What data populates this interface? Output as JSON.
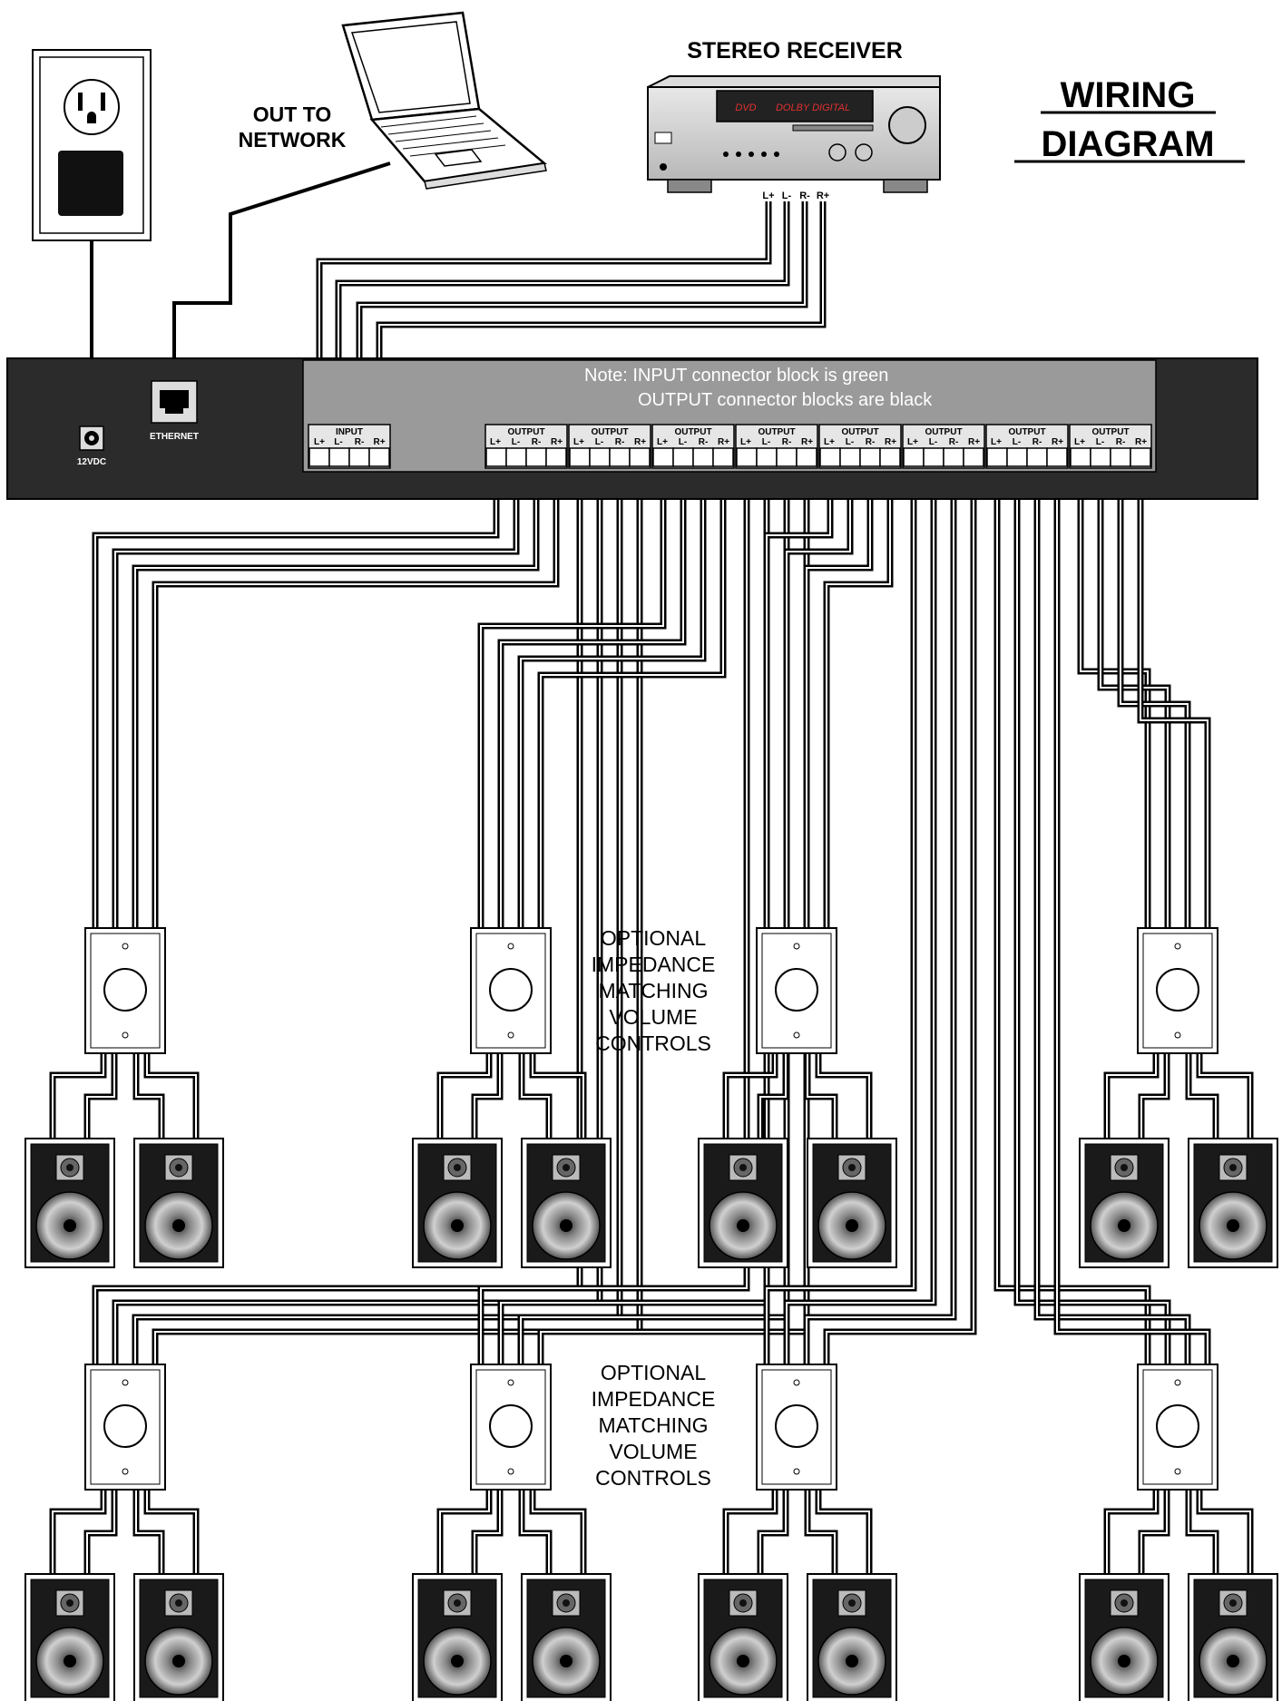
{
  "title_lines": [
    "WIRING",
    "DIAGRAM"
  ],
  "receiver": {
    "label": "STEREO RECEIVER",
    "display_left": "DVD",
    "display_right": "DOLBY DIGITAL",
    "terminals": [
      "L+",
      "L-",
      "R-",
      "R+"
    ]
  },
  "laptop": {
    "label_lines": [
      "OUT TO",
      "NETWORK"
    ]
  },
  "hub": {
    "power_label": "12VDC",
    "ethernet_label": "ETHERNET",
    "note_lines": [
      "Note: INPUT connector block is green",
      "OUTPUT connector blocks are black"
    ],
    "input_block": {
      "label": "INPUT",
      "pins": [
        "L+",
        "L-",
        "R-",
        "R+"
      ]
    },
    "output_block_label": "OUTPUT",
    "output_pins": [
      "L+",
      "L-",
      "R-",
      "R+"
    ],
    "output_count": 8
  },
  "volume_control_label_lines": [
    "OPTIONAL",
    "IMPEDANCE",
    "MATCHING",
    "VOLUME",
    "CONTROLS"
  ],
  "colors": {
    "hub_body": "#2b2b2b",
    "hub_panel": "#9a9a9a",
    "wire": "#000000",
    "speaker_body": "#1a1a1a",
    "receiver_body": "#cfcfcf",
    "receiver_display_text": "#e03030"
  },
  "icons": [
    "wall-outlet-icon",
    "power-adapter-icon",
    "laptop-icon",
    "stereo-receiver-icon",
    "speaker-icon",
    "volume-control-icon"
  ]
}
